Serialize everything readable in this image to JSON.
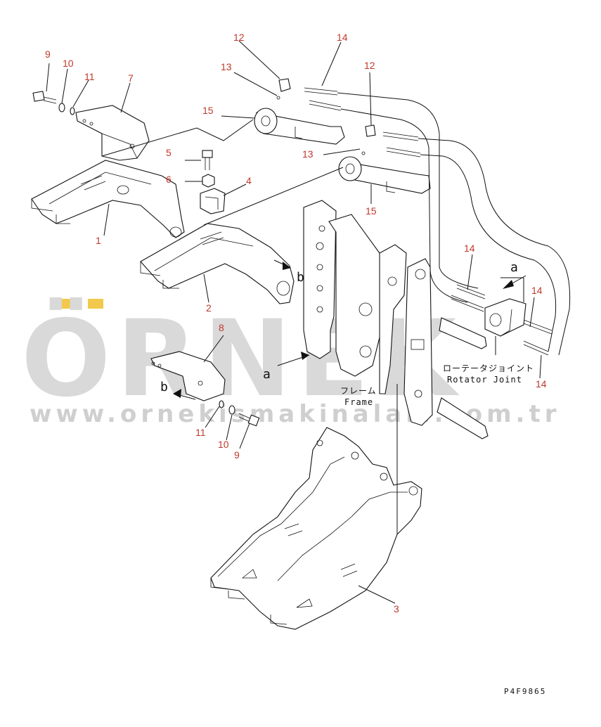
{
  "watermark": {
    "brand": "ÖRNEK",
    "url": "www.ornekismakinalari.com.tr",
    "accent_color": "#f2c94c"
  },
  "labels": {
    "frame_jp": "フレーム",
    "frame_en": "Frame",
    "rotator_jp": "ローテータジョイント",
    "rotator_en": "Rotator Joint",
    "view_a_top": "a",
    "view_a_left": "a",
    "view_b_right": "b",
    "view_b_left": "b"
  },
  "drawing_code": "P4F9865",
  "part_numbers": {
    "p9_top": "9",
    "p10_top": "10",
    "p11_top": "11",
    "p7": "7",
    "p12_left": "12",
    "p13_left": "13",
    "p14_top": "14",
    "p15_left": "15",
    "p12_right": "12",
    "p13_right": "13",
    "p15_right": "15",
    "p5": "5",
    "p6": "6",
    "p4": "4",
    "p1": "1",
    "p2": "2",
    "p14_mid": "14",
    "p14_right": "14",
    "p14_bottom": "14",
    "p8": "8",
    "p11_bottom": "11",
    "p10_bottom": "10",
    "p9_bottom": "9",
    "p3": "3"
  },
  "colors": {
    "part_number": "#c0392b",
    "line": "#111111"
  }
}
